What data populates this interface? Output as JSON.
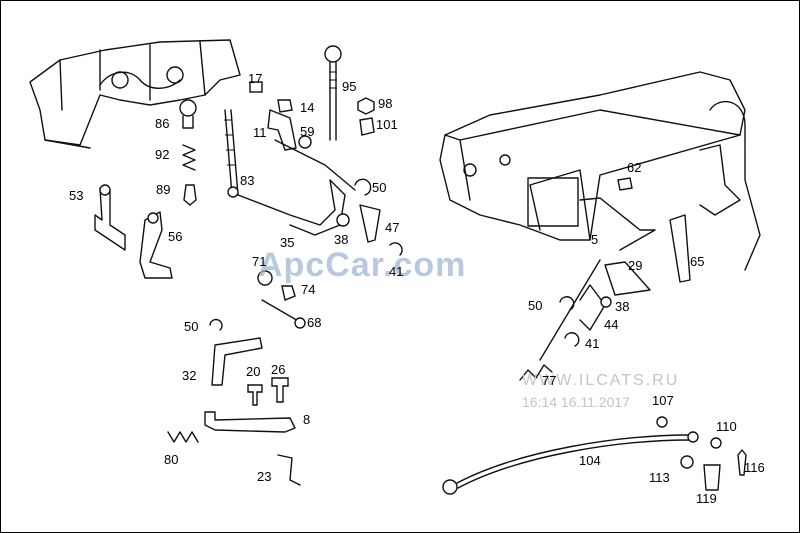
{
  "watermarks": {
    "brand": "ApcCar.com",
    "site": "WWW.ILCATS.RU",
    "timestamp": "16:14 16.11.2017"
  },
  "callouts": [
    {
      "id": "c17",
      "text": "17"
    },
    {
      "id": "c95",
      "text": "95"
    },
    {
      "id": "c14",
      "text": "14"
    },
    {
      "id": "c98",
      "text": "98"
    },
    {
      "id": "c86",
      "text": "86"
    },
    {
      "id": "c11",
      "text": "11"
    },
    {
      "id": "c59",
      "text": "59"
    },
    {
      "id": "c101",
      "text": "101"
    },
    {
      "id": "c92",
      "text": "92"
    },
    {
      "id": "c89",
      "text": "89"
    },
    {
      "id": "c83",
      "text": "83"
    },
    {
      "id": "c50a",
      "text": "50"
    },
    {
      "id": "c53",
      "text": "53"
    },
    {
      "id": "c56",
      "text": "56"
    },
    {
      "id": "c35",
      "text": "35"
    },
    {
      "id": "c38a",
      "text": "38"
    },
    {
      "id": "c47",
      "text": "47"
    },
    {
      "id": "c71",
      "text": "71"
    },
    {
      "id": "c41a",
      "text": "41"
    },
    {
      "id": "c74",
      "text": "74"
    },
    {
      "id": "c62",
      "text": "62"
    },
    {
      "id": "c5",
      "text": "5"
    },
    {
      "id": "c65",
      "text": "65"
    },
    {
      "id": "c29",
      "text": "29"
    },
    {
      "id": "c50b",
      "text": "50"
    },
    {
      "id": "c38b",
      "text": "38"
    },
    {
      "id": "c44",
      "text": "44"
    },
    {
      "id": "c41b",
      "text": "41"
    },
    {
      "id": "c68",
      "text": "68"
    },
    {
      "id": "c50c",
      "text": "50"
    },
    {
      "id": "c32",
      "text": "32"
    },
    {
      "id": "c20",
      "text": "20"
    },
    {
      "id": "c26",
      "text": "26"
    },
    {
      "id": "c77",
      "text": "77"
    },
    {
      "id": "c8",
      "text": "8"
    },
    {
      "id": "c107",
      "text": "107"
    },
    {
      "id": "c110",
      "text": "110"
    },
    {
      "id": "c80",
      "text": "80"
    },
    {
      "id": "c104",
      "text": "104"
    },
    {
      "id": "c116",
      "text": "116"
    },
    {
      "id": "c113",
      "text": "113"
    },
    {
      "id": "c23",
      "text": "23"
    },
    {
      "id": "c119",
      "text": "119"
    }
  ]
}
